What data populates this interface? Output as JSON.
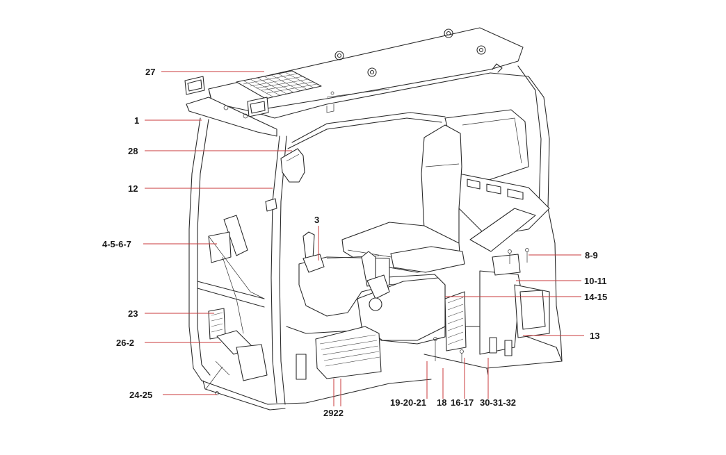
{
  "leader_color": "#c8393b",
  "callouts": [
    {
      "id": "27",
      "label": "27"
    },
    {
      "id": "1",
      "label": "1"
    },
    {
      "id": "28",
      "label": "28"
    },
    {
      "id": "12",
      "label": "12"
    },
    {
      "id": "3",
      "label": "3"
    },
    {
      "id": "4-5-6-7",
      "label": "4-5-6-7"
    },
    {
      "id": "23",
      "label": "23"
    },
    {
      "id": "26-2",
      "label": "26-2"
    },
    {
      "id": "24-25",
      "label": "24-25"
    },
    {
      "id": "8-9",
      "label": "8-9"
    },
    {
      "id": "10-11",
      "label": "10-11"
    },
    {
      "id": "14-15",
      "label": "14-15"
    },
    {
      "id": "13",
      "label": "13"
    },
    {
      "id": "2922",
      "label": "2922"
    },
    {
      "id": "19-20-21",
      "label": "19-20-21"
    },
    {
      "id": "18",
      "label": "18"
    },
    {
      "id": "16-17",
      "label": "16-17"
    },
    {
      "id": "30-31-32",
      "label": "30-31-32"
    }
  ]
}
